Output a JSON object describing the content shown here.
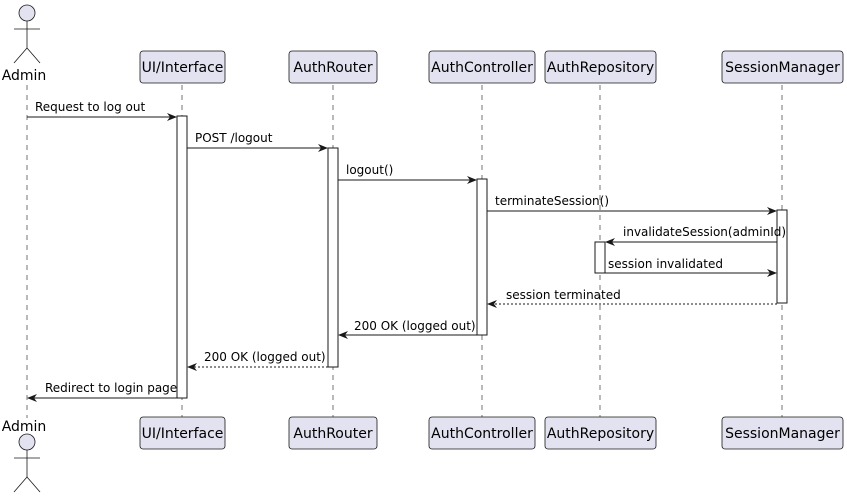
{
  "diagram": {
    "actor": {
      "name": "Admin"
    },
    "participants": [
      {
        "id": "ui",
        "name": "UI/Interface"
      },
      {
        "id": "router",
        "name": "AuthRouter"
      },
      {
        "id": "controller",
        "name": "AuthController"
      },
      {
        "id": "repo",
        "name": "AuthRepository"
      },
      {
        "id": "session",
        "name": "SessionManager"
      }
    ],
    "messages": [
      {
        "from": "admin",
        "to": "ui",
        "label": "Request to log out",
        "style": "solid"
      },
      {
        "from": "ui",
        "to": "router",
        "label": "POST /logout",
        "style": "solid"
      },
      {
        "from": "router",
        "to": "controller",
        "label": "logout()",
        "style": "solid"
      },
      {
        "from": "controller",
        "to": "session",
        "label": "terminateSession()",
        "style": "solid"
      },
      {
        "from": "session",
        "to": "repo",
        "label": "invalidateSession(adminId)",
        "style": "solid"
      },
      {
        "from": "repo",
        "to": "session",
        "label": "session invalidated",
        "style": "solid"
      },
      {
        "from": "session",
        "to": "controller",
        "label": "session terminated",
        "style": "dashed"
      },
      {
        "from": "controller",
        "to": "router",
        "label": "200 OK (logged out)",
        "style": "solid"
      },
      {
        "from": "router",
        "to": "ui",
        "label": "200 OK (logged out)",
        "style": "dashed"
      },
      {
        "from": "ui",
        "to": "admin",
        "label": "Redirect to login page",
        "style": "solid"
      }
    ],
    "colors": {
      "participant_fill": "#e2e2f0",
      "participant_stroke": "#181818",
      "lifeline": "#181818",
      "arrow": "#181818"
    }
  }
}
